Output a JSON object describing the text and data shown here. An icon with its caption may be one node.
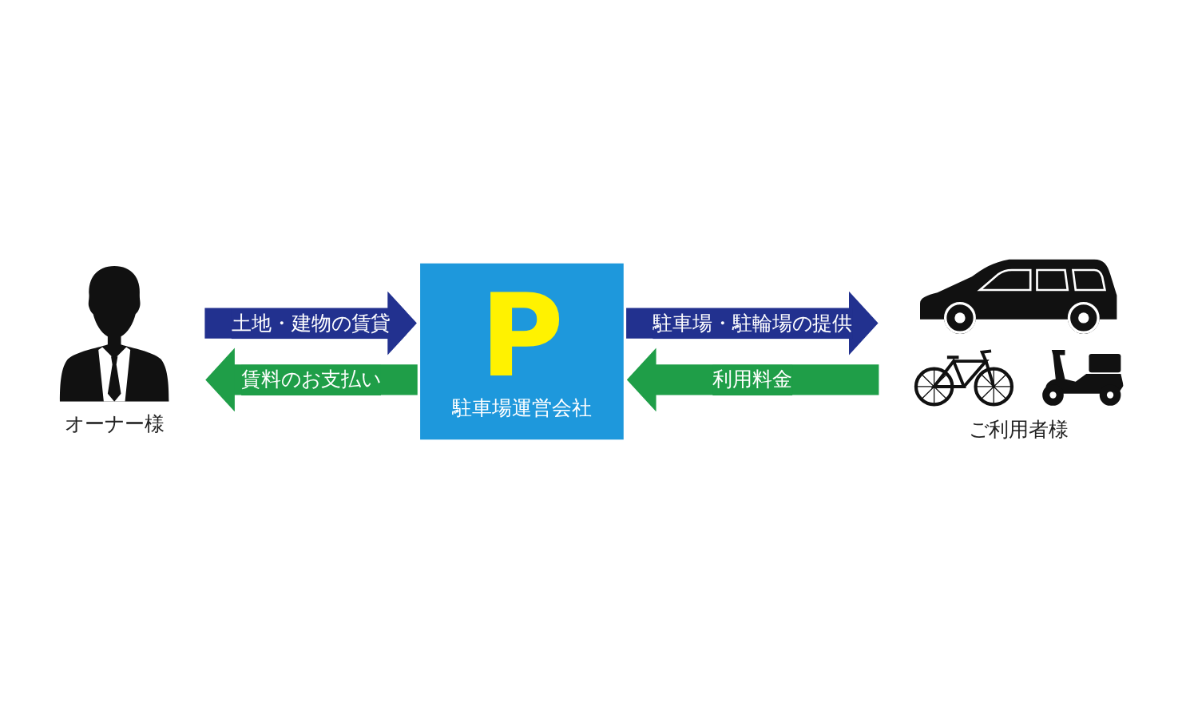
{
  "diagram": {
    "nodes": [
      {
        "text": [
          "オーナー様"
        ]
      },
      {
        "text": [
          "P",
          "駐車場運営会社"
        ]
      },
      {
        "text": [
          "ご利用者様"
        ]
      }
    ],
    "edges": [
      {
        "from": 0,
        "to": 1,
        "arrow": "to",
        "label": "土地・建物の賃貸",
        "color": "#22318f"
      },
      {
        "from": 1,
        "to": 0,
        "arrow": "to",
        "label": "賃料のお支払い",
        "color": "#1f9e48"
      },
      {
        "from": 1,
        "to": 2,
        "arrow": "to",
        "label": "駐車場・駐輪場の提供",
        "color": "#22318f"
      },
      {
        "from": 2,
        "to": 1,
        "arrow": "to",
        "label": "利用料金",
        "color": "#1f9e48"
      }
    ]
  }
}
